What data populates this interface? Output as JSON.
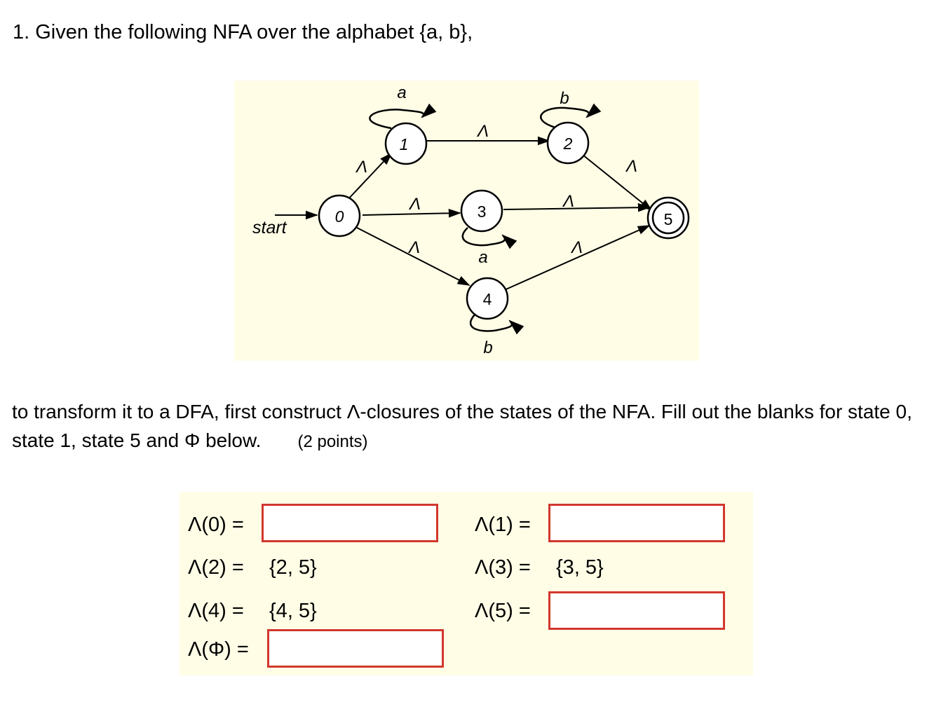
{
  "question": {
    "title": "1. Given the following NFA over the alphabet {a, b},",
    "instructions": "to transform it to a DFA, first construct Λ-closures of the states of the NFA. Fill out the blanks for state 0, state 1, state 5 and Φ below.",
    "points": "(2 points)"
  },
  "nfa": {
    "start_label": "start",
    "states": [
      "0",
      "1",
      "2",
      "3",
      "4",
      "5"
    ],
    "accepting_states": [
      "5"
    ],
    "transitions": [
      {
        "from": "0",
        "to": "1",
        "label": "Λ"
      },
      {
        "from": "0",
        "to": "3",
        "label": "Λ"
      },
      {
        "from": "0",
        "to": "4",
        "label": "Λ"
      },
      {
        "from": "1",
        "to": "1",
        "label": "a"
      },
      {
        "from": "1",
        "to": "2",
        "label": "Λ"
      },
      {
        "from": "2",
        "to": "2",
        "label": "b"
      },
      {
        "from": "2",
        "to": "5",
        "label": "Λ"
      },
      {
        "from": "3",
        "to": "3",
        "label": "a"
      },
      {
        "from": "3",
        "to": "5",
        "label": "Λ"
      },
      {
        "from": "4",
        "to": "4",
        "label": "b"
      },
      {
        "from": "4",
        "to": "5",
        "label": "Λ"
      }
    ]
  },
  "closures": {
    "c0": {
      "label": "Λ(0) =",
      "value": ""
    },
    "c1": {
      "label": "Λ(1) =",
      "value": ""
    },
    "c2": {
      "label": "Λ(2) =",
      "value": "{2, 5}"
    },
    "c3": {
      "label": "Λ(3) =",
      "value": "{3, 5}"
    },
    "c4": {
      "label": "Λ(4) =",
      "value": "{4, 5}"
    },
    "c5": {
      "label": "Λ(5) =",
      "value": ""
    },
    "cphi": {
      "label": "Λ(Φ) =",
      "value": ""
    }
  },
  "colors": {
    "panel_background": "#fffde6",
    "answer_box_border": "#d2372d"
  }
}
